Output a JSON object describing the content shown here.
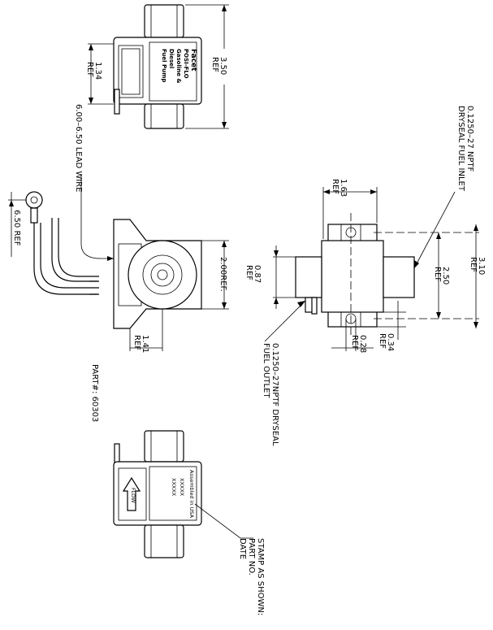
{
  "drawing": {
    "title_part": "PART#: 60303",
    "lead_wire": "6.00–6.50 LEAD WIRE",
    "lead_ref": "6.50 REF",
    "top_view": {
      "dim_height": "3.50",
      "dim_height_ref": "REF",
      "dim_width": "1.34",
      "dim_width_ref": "REF",
      "label_brand": "Facet",
      "label_line1": "POSI-FLO",
      "label_line2": "Gasoline &",
      "label_line3": "Diesel",
      "label_line4": "Fuel Pump"
    },
    "side_view": {
      "dim_2": "2.00REF.",
      "dim_141": "1.41",
      "dim_141_ref": "REF"
    },
    "end_view": {
      "dim_163": "1.63",
      "dim_163_ref": "REF",
      "dim_310": "3.10",
      "dim_310_ref": "REF",
      "dim_250": "2.50",
      "dim_250_ref": "REF",
      "dim_087": "0.87",
      "dim_087_ref": "REF",
      "dim_034": "0.34",
      "dim_034_ref": "REF",
      "dim_028": "0.28",
      "dim_028_ref": "REF",
      "inlet_line1": "0.1250–27 NPTF",
      "inlet_line2": "DRYSEAL FUEL INLET",
      "outlet_line1": "0.1250–27NPTF DRYSEAL",
      "outlet_line2": "FUEL OUTLET"
    },
    "bottom_view": {
      "stamp_origin": "Assembled in USA",
      "stamp_part": "XXXXX",
      "stamp_date": "XXXXX",
      "arrow_label": "FLOW",
      "note_line1": "STAMP AS SHOWN:",
      "note_line2": "PART NO.",
      "note_line3": "DATE"
    }
  }
}
